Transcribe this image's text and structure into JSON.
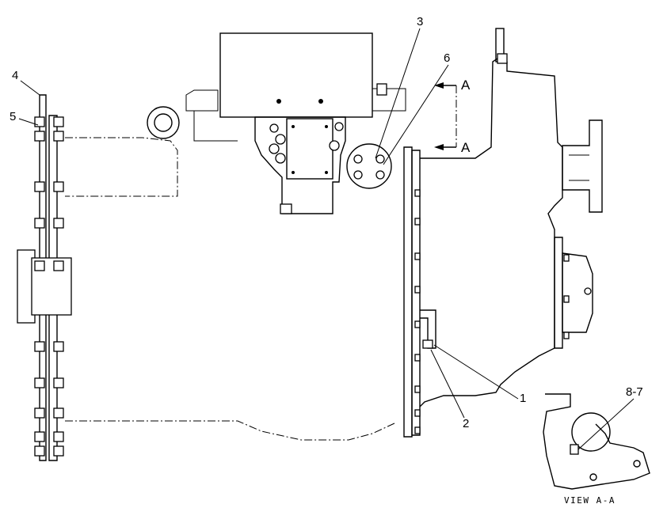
{
  "callouts": {
    "c1": "1",
    "c2": "2",
    "c3": "3",
    "c4": "4",
    "c5": "5",
    "c6": "6",
    "c87": "8-7"
  },
  "section": {
    "top_letter": "A",
    "bottom_letter": "A"
  },
  "view_caption": "VIEW A-A"
}
